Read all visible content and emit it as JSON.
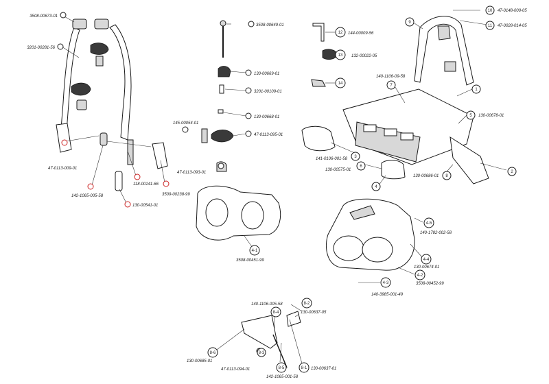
{
  "callouts": [
    {
      "id": "c-3508-00673",
      "bubble": "",
      "part": "3508-00673-01",
      "red": false
    },
    {
      "id": "c-3201-00281",
      "bubble": "",
      "part": "3201-00281-56",
      "red": false
    },
    {
      "id": "c-47-0113-009",
      "bubble": "",
      "part": "47-0113-009-01",
      "red": true
    },
    {
      "id": "c-142-1065-005",
      "bubble": "",
      "part": "142-1065-005-58",
      "red": true
    },
    {
      "id": "c-118-00141",
      "bubble": "",
      "part": "118-00141-66",
      "red": true
    },
    {
      "id": "c-3509-00238",
      "bubble": "",
      "part": "3509-00238-99",
      "red": true
    },
    {
      "id": "c-130-00541",
      "bubble": "",
      "part": "130-00541-01",
      "red": true
    },
    {
      "id": "c-3508-00649",
      "bubble": "",
      "part": "3508-00649-01",
      "red": false
    },
    {
      "id": "c-130-00669",
      "bubble": "",
      "part": "130-00669-01",
      "red": false
    },
    {
      "id": "c-3201-00109",
      "bubble": "",
      "part": "3201-00109-01",
      "red": false
    },
    {
      "id": "c-130-00668",
      "bubble": "",
      "part": "130-00668-01",
      "red": false
    },
    {
      "id": "c-145-00054",
      "bubble": "",
      "part": "145-00054-01",
      "red": false
    },
    {
      "id": "c-47-0113-095",
      "bubble": "",
      "part": "47-0113-095-01",
      "red": false
    },
    {
      "id": "c-47-0113-093",
      "bubble": "",
      "part": "47-0113-093-01",
      "red": false
    },
    {
      "id": "c-3508-00451",
      "bubble": "4-1",
      "part": "3508-00451-99",
      "red": false
    },
    {
      "id": "c-144-00009",
      "bubble": "12",
      "part": "144-00009-56",
      "red": false
    },
    {
      "id": "c-132-00022",
      "bubble": "13",
      "part": "132-00022-05",
      "red": false
    },
    {
      "id": "c-14",
      "bubble": "14",
      "part": "",
      "red": false
    },
    {
      "id": "c-140-1106-09",
      "bubble": "7",
      "part": "140-1106-09-58",
      "red": false
    },
    {
      "id": "c-141-0106",
      "bubble": "3",
      "part": "141-0106-001-58",
      "red": false
    },
    {
      "id": "c-130-00575",
      "bubble": "6",
      "part": "130-00575-01",
      "red": false
    },
    {
      "id": "c-4",
      "bubble": "4",
      "part": "",
      "red": false
    },
    {
      "id": "c-47-0148",
      "bubble": "10",
      "part": "47-0148-000-05",
      "red": false
    },
    {
      "id": "c-47-0028",
      "bubble": "11",
      "part": "47-0028-014-05",
      "red": false
    },
    {
      "id": "c-9",
      "bubble": "9",
      "part": "",
      "red": false
    },
    {
      "id": "c-1",
      "bubble": "1",
      "part": "",
      "red": false
    },
    {
      "id": "c-130-00678",
      "bubble": "5",
      "part": "130-00678-01",
      "red": false
    },
    {
      "id": "c-2",
      "bubble": "2",
      "part": "",
      "red": false
    },
    {
      "id": "c-130-00686",
      "bubble": "8",
      "part": "130-00686-01",
      "red": false
    },
    {
      "id": "c-140-1782",
      "bubble": "4-5",
      "part": "140-1782-002-58",
      "red": false
    },
    {
      "id": "c-130-00674",
      "bubble": "4-4",
      "part": "130-00674-01",
      "red": false
    },
    {
      "id": "c-3508-00452",
      "bubble": "4-2",
      "part": "3508-00452-99",
      "red": false
    },
    {
      "id": "c-140-3985",
      "bubble": "4-3",
      "part": "140-3985-001-49",
      "red": false
    },
    {
      "id": "c-140-1106-005",
      "bubble": "",
      "part": "140-1106-005-58",
      "red": false
    },
    {
      "id": "c-130-00637-05",
      "bubble": "8-2",
      "part": "130-00637-05",
      "red": false
    },
    {
      "id": "c-8-4",
      "bubble": "8-4",
      "part": "",
      "red": false
    },
    {
      "id": "c-130-00685",
      "bubble": "8-6",
      "part": "130-00685-01",
      "red": false
    },
    {
      "id": "c-47-0113-094",
      "bubble": "8-3",
      "part": "47-0113-094-01",
      "red": false
    },
    {
      "id": "c-142-1065-001",
      "bubble": "8-5",
      "part": "142-1065-001-58",
      "red": false
    },
    {
      "id": "c-130-00637-01",
      "bubble": "8-1",
      "part": "130-00637-01",
      "red": false
    }
  ],
  "colors": {
    "line": "#333333",
    "red_bubble": "#cc2222",
    "bubble": "#333333"
  }
}
